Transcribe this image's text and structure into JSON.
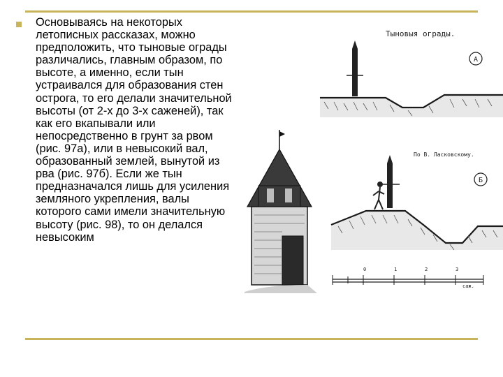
{
  "slide": {
    "bullet_text": "Основываясь на некоторых летописных рассказах, можно предположить, что тыновые ограды различались, главным образом, по высоте, а именно, если тын устраивался для образования стен острога, то его делали значительной высоты (от 2-х до 3-х саженей), так как его вкапывали или непосредственно в грунт за рвом (рис. 97а), или в невысокий вал, образованный землей, вынутой из рва (рис. 97б). Если же тын предназначался лишь для усиления земляного укрепления, валы которого сами имели значительную высоту (рис. 98), то он делался невысоким"
  },
  "illustration": {
    "title": "Тыновыя ограды.",
    "label_a": "А",
    "label_b": "Б",
    "credit": "По В. Ласковскому.",
    "scale_marks": [
      "0",
      "1",
      "2",
      "3"
    ],
    "scale_unit": "саж."
  },
  "colors": {
    "accent_rules": "#c8b45a",
    "ink": "#1a1a1a"
  }
}
